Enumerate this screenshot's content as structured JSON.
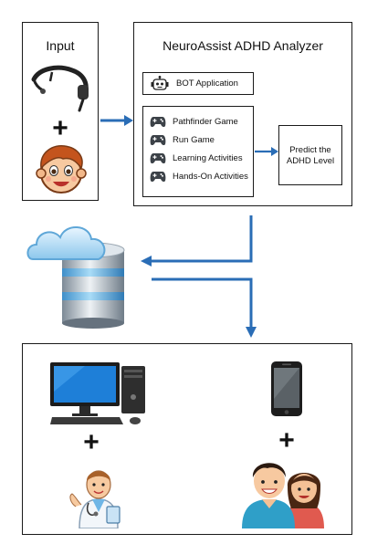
{
  "input_panel": {
    "title": "Input",
    "plus": "+"
  },
  "analyzer": {
    "title": "NeuroAssist ADHD Analyzer",
    "bot_label": "BOT Application",
    "games": [
      {
        "label": "Pathfinder Game",
        "icon": "gamepad-icon"
      },
      {
        "label": "Run Game",
        "icon": "gamepad-icon"
      },
      {
        "label": "Learning Activities",
        "icon": "gamepad-icon"
      },
      {
        "label": "Hands-On Activities",
        "icon": "gamepad-icon"
      }
    ],
    "predict_label_line1": "Predict the",
    "predict_label_line2": "ADHD Level"
  },
  "output_panel": {
    "plus_left": "+",
    "plus_right": "+"
  },
  "colors": {
    "arrow": "#2a6db6",
    "border": "#1a1a1a"
  }
}
